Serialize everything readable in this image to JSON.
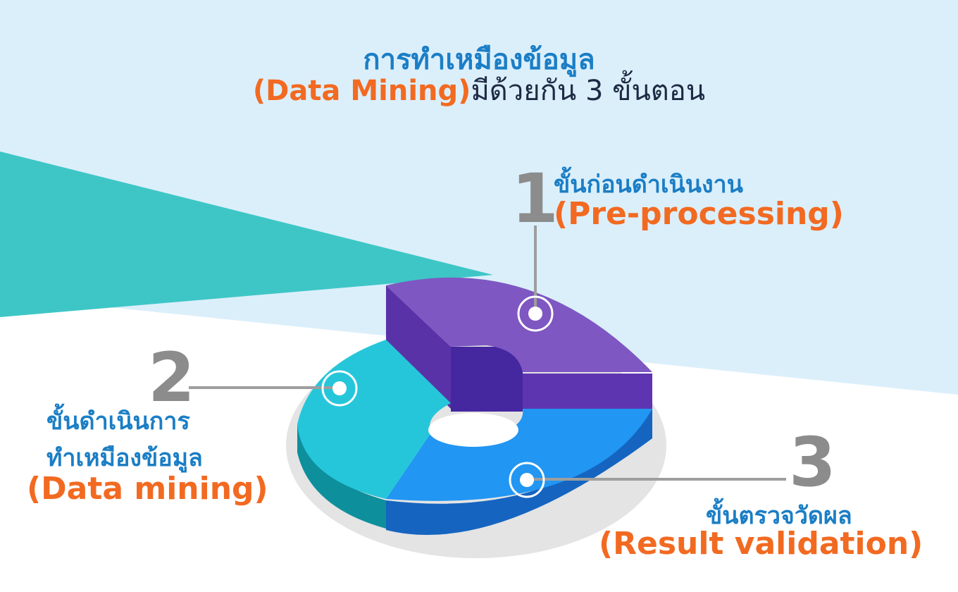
{
  "title": {
    "line1": "การทำเหมืองข้อมูล",
    "line2_accent": "(Data Mining)",
    "line2_rest": "มีด้วยกัน 3 ขั้นตอน"
  },
  "steps": [
    {
      "number": "1",
      "label_th": "ขั้นก่อนดำเนินงาน",
      "label_en": "(Pre-processing)"
    },
    {
      "number": "2",
      "label_th_line1": "ขั้นดำเนินการ",
      "label_th_line2": "ทำเหมืองข้อมูล",
      "label_en": "(Data mining)"
    },
    {
      "number": "3",
      "label_th": "ขั้นตรวจวัดผล",
      "label_en": "(Result validation)"
    }
  ],
  "colors": {
    "background_light_blue": "#dbeffb",
    "teal_band": "#3ec6c6",
    "segment_purple": "#7e57c2",
    "segment_cyan": "#26c6da",
    "segment_blue": "#2196f3",
    "title_blue": "#1b7ec5",
    "accent_orange": "#f26a21",
    "number_gray": "#8c8c8c"
  }
}
